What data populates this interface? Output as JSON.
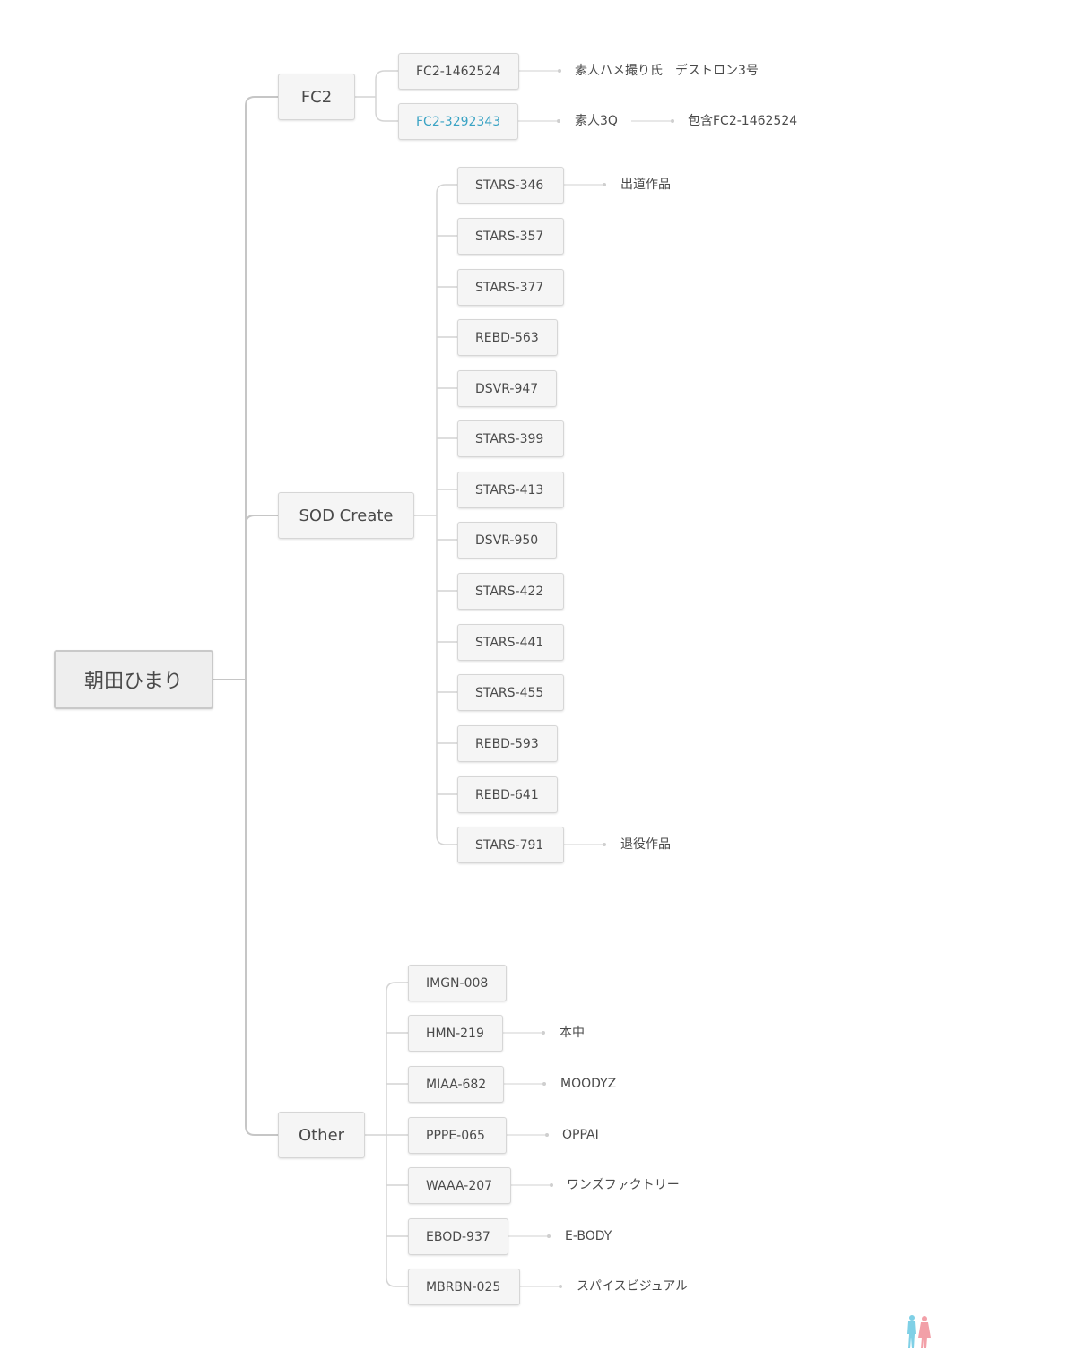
{
  "root": {
    "label": "朝田ひまり"
  },
  "categories": {
    "fc2": {
      "label": "FC2",
      "items": [
        {
          "code": "FC2-1462524",
          "note": "素人ハメ撮り氏　デストロン3号"
        },
        {
          "code": "FC2-3292343",
          "note": "素人3Q",
          "note2": "包含FC2-1462524"
        }
      ]
    },
    "sod": {
      "label": "SOD Create",
      "items": [
        {
          "code": "STARS-346",
          "note": "出道作品"
        },
        {
          "code": "STARS-357"
        },
        {
          "code": "STARS-377"
        },
        {
          "code": "REBD-563"
        },
        {
          "code": "DSVR-947"
        },
        {
          "code": "STARS-399"
        },
        {
          "code": "STARS-413"
        },
        {
          "code": "DSVR-950"
        },
        {
          "code": "STARS-422"
        },
        {
          "code": "STARS-441"
        },
        {
          "code": "STARS-455"
        },
        {
          "code": "REBD-593"
        },
        {
          "code": "REBD-641"
        },
        {
          "code": "STARS-791",
          "note": "退役作品"
        }
      ]
    },
    "other": {
      "label": "Other",
      "items": [
        {
          "code": "IMGN-008"
        },
        {
          "code": "HMN-219",
          "note": "本中"
        },
        {
          "code": "MIAA-682",
          "note": "MOODYZ"
        },
        {
          "code": "PPPE-065",
          "note": "OPPAI"
        },
        {
          "code": "WAAA-207",
          "note": "ワンズファクトリー"
        },
        {
          "code": "EBOD-937",
          "note": "E-BODY"
        },
        {
          "code": "MBRBN-025",
          "note": "スパイスビジュアル"
        }
      ]
    }
  },
  "colors": {
    "line": "#c6c6c6",
    "thin_line": "#d9d9d9",
    "link_text": "#3aa3c4",
    "watermark_blue": "#7fd0e6",
    "watermark_pink": "#f2a0a8"
  }
}
